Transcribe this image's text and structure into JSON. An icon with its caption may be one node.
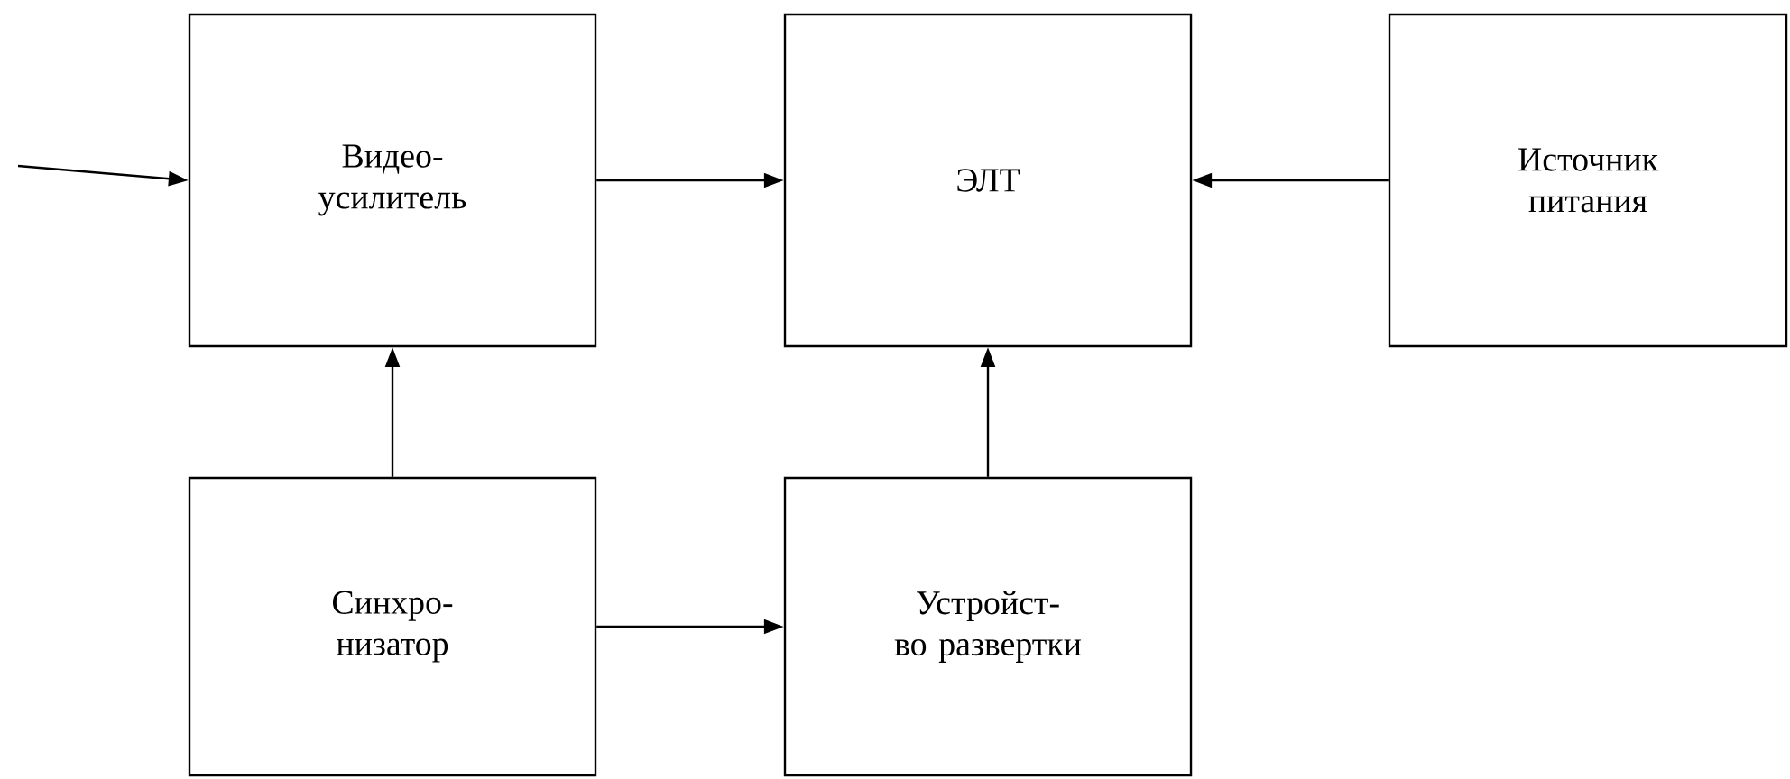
{
  "diagram": {
    "nodes": [
      {
        "text": [
          "Видео- усилитель"
        ]
      },
      {
        "text": [
          "ЭЛТ"
        ]
      },
      {
        "text": [
          "Источник питания"
        ]
      },
      {
        "text": [
          "Синхро- низатор"
        ]
      },
      {
        "text": [
          "Устройст- во развертки"
        ]
      }
    ],
    "edges": [
      {
        "from": null,
        "to": 0,
        "arrow": "to"
      },
      {
        "from": 0,
        "to": 1,
        "arrow": "to"
      },
      {
        "from": 2,
        "to": 1,
        "arrow": "to"
      },
      {
        "from": 3,
        "to": 0,
        "arrow": "to"
      },
      {
        "from": 4,
        "to": 1,
        "arrow": "to"
      },
      {
        "from": 3,
        "to": 4,
        "arrow": "to"
      }
    ]
  }
}
